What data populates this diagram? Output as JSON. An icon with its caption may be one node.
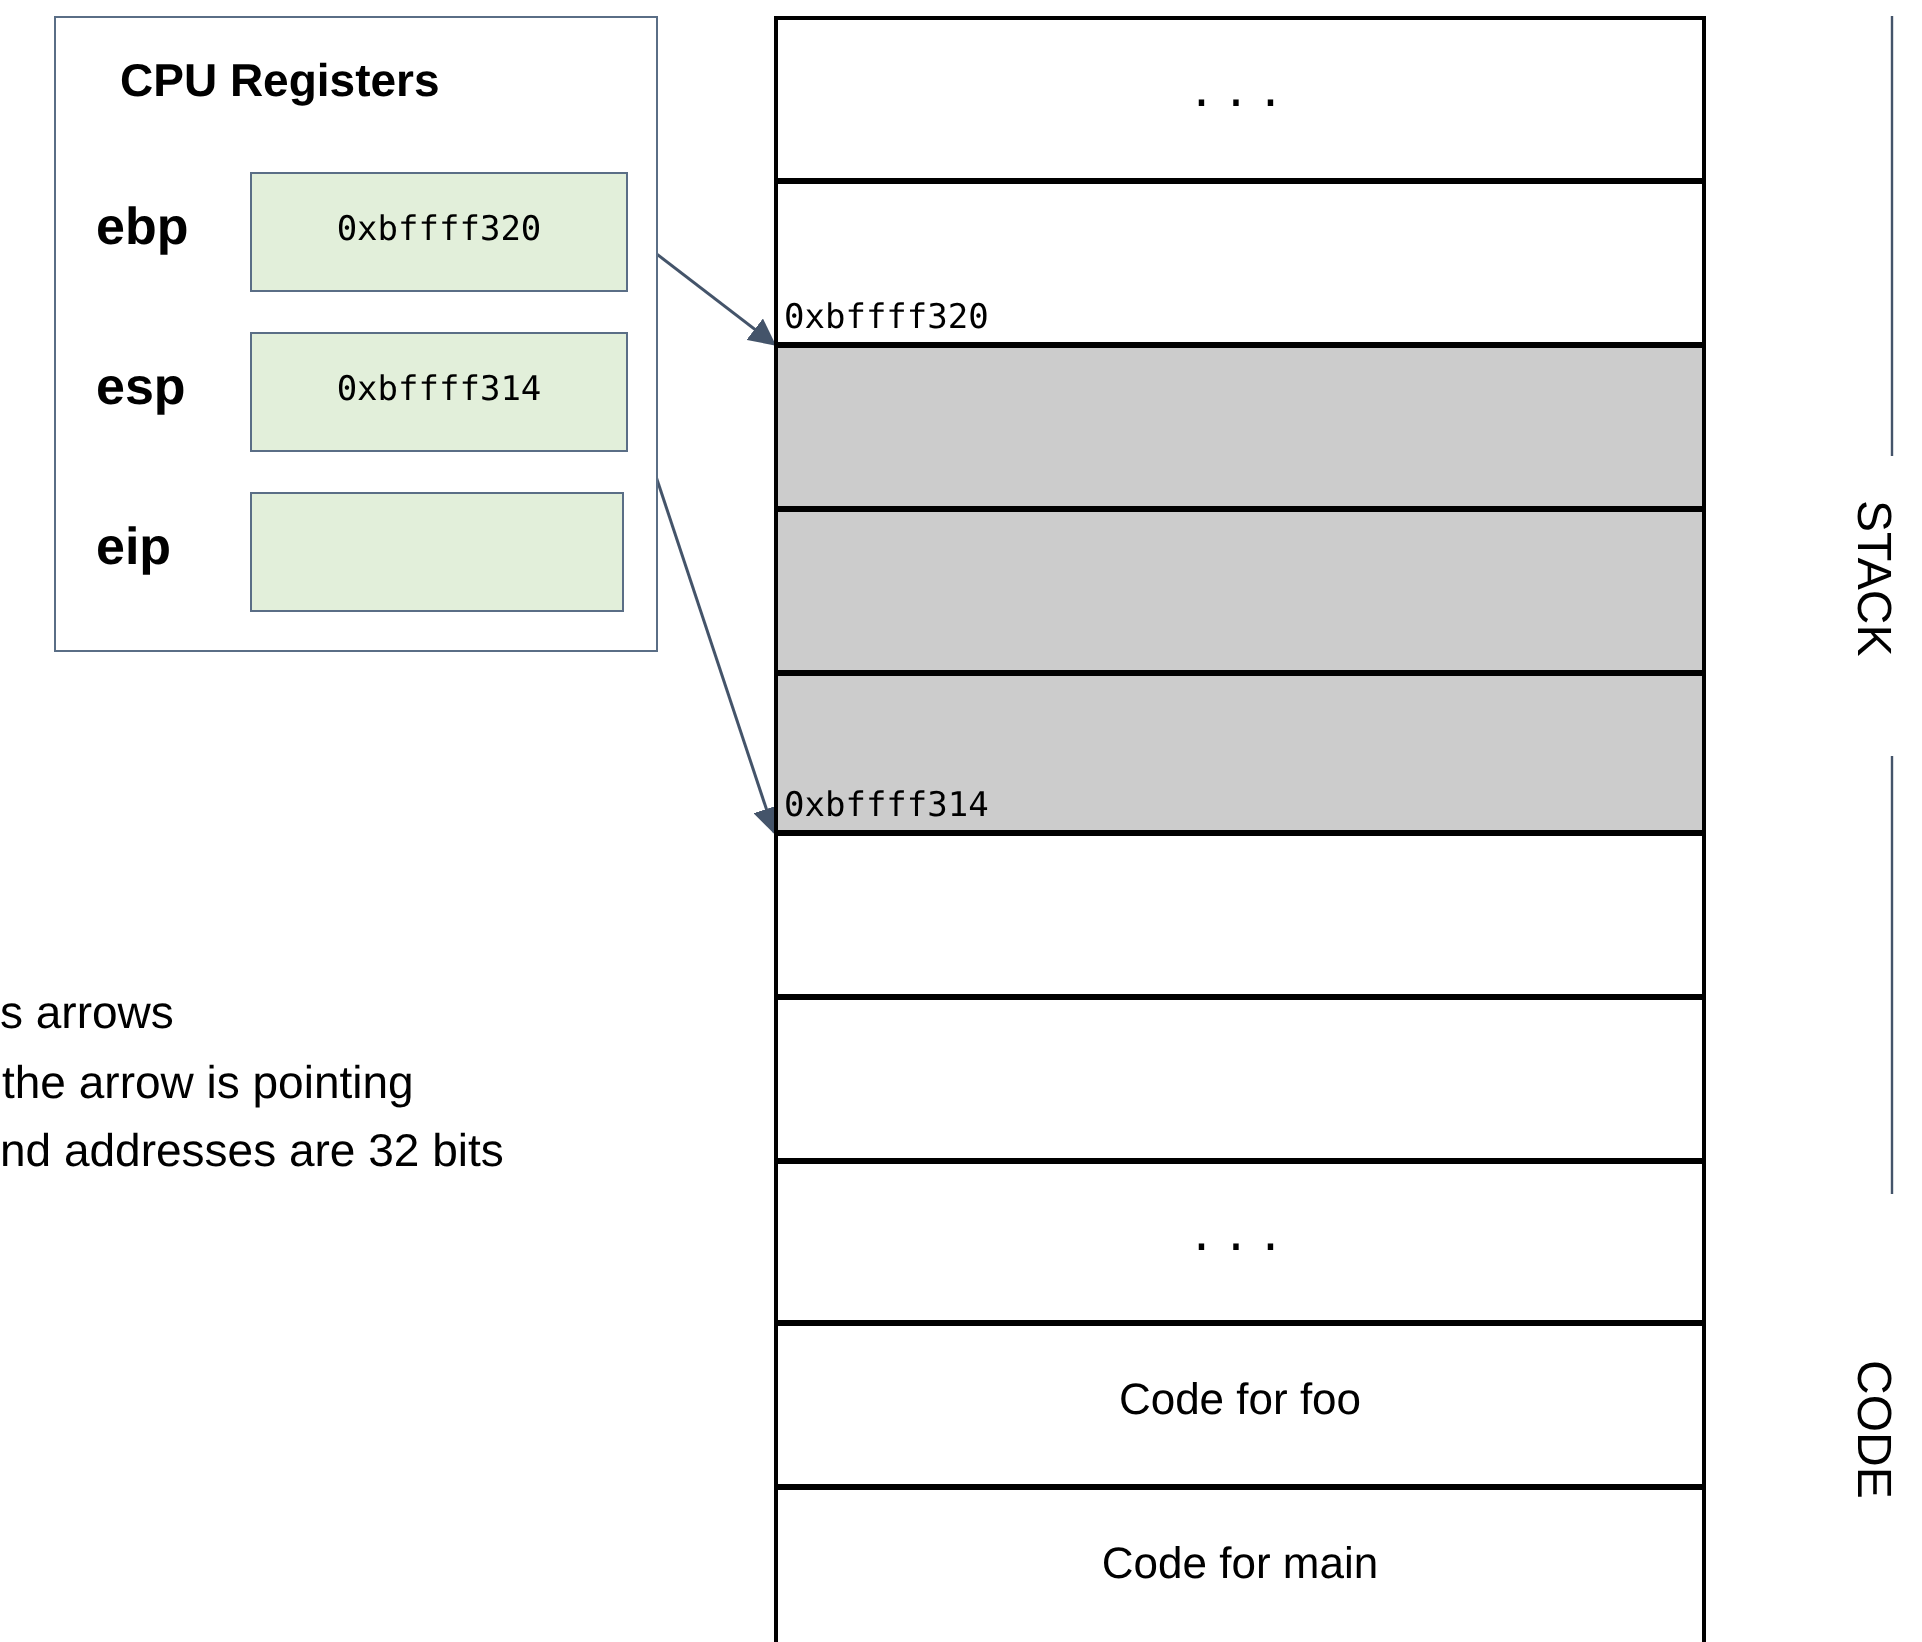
{
  "diagram": {
    "nodes": [
      {
        "text": [
          "CPU Registers"
        ]
      },
      {
        "text": [
          "0xbffff320"
        ],
        "beside": [
          "ebp"
        ],
        "in": 0
      },
      {
        "text": [
          "0xbffff314"
        ],
        "beside": [
          "esp"
        ],
        "in": 0
      },
      {
        "text": [],
        "shape": "box",
        "beside": [
          "eip"
        ],
        "in": 0
      },
      {
        "text": [
          "..."
        ]
      },
      {
        "text": [
          "0xbffff320"
        ]
      },
      {
        "text": [],
        "shape": "box"
      },
      {
        "text": [],
        "shape": "box"
      },
      {
        "text": [
          "0xbffff314"
        ]
      },
      {
        "text": [],
        "shape": "box"
      },
      {
        "text": [],
        "shape": "box"
      },
      {
        "text": [
          "..."
        ]
      },
      {
        "text": [
          "Code for foo"
        ]
      },
      {
        "text": [
          "Code for main"
        ]
      }
    ],
    "edges": [
      {
        "from": 1,
        "to": 5,
        "arrow": "to"
      },
      {
        "from": 2,
        "to": 8,
        "arrow": "to"
      }
    ],
    "labels": [
      "STACK",
      "s arrows",
      "the arrow is pointing",
      "nd addresses are 32 bits",
      "CODE"
    ]
  }
}
